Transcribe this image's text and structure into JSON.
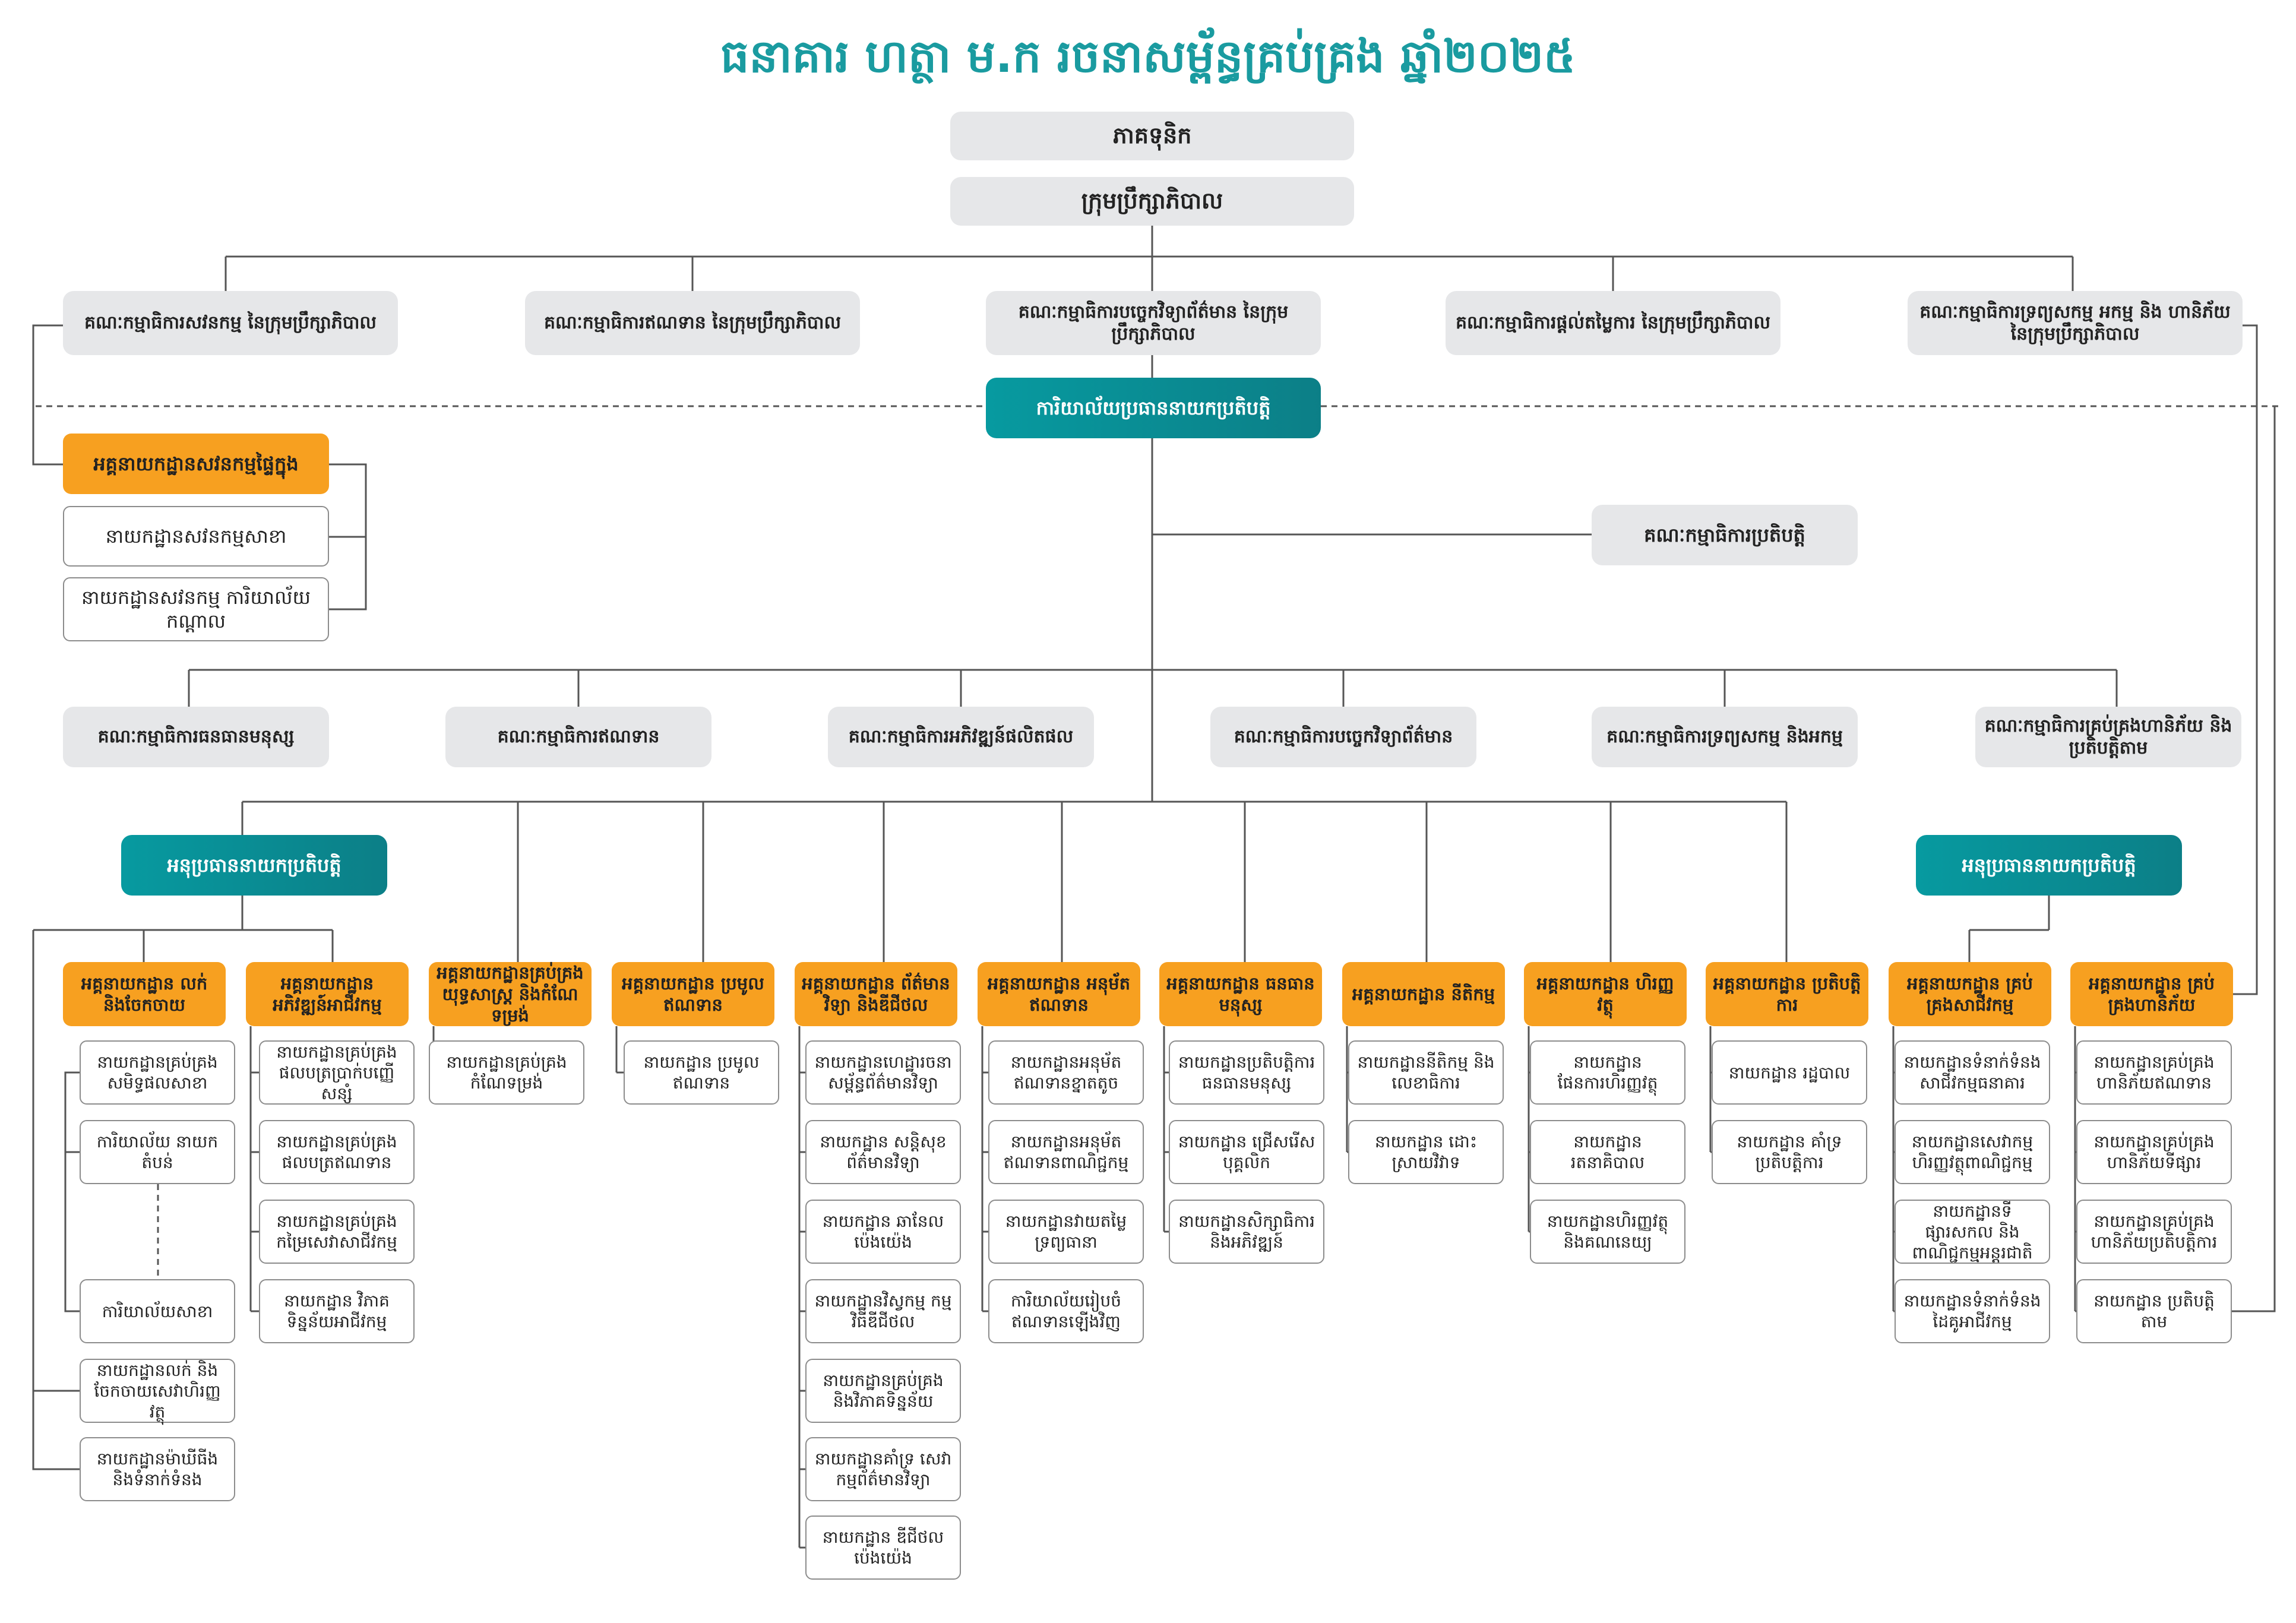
{
  "title": "ធនាគារ ហត្ថា ម.ក រចនាសម្ព័ន្ធគ្រប់គ្រង ឆ្នាំ២០២៥",
  "top": {
    "shareholders": "ភាគទុនិក",
    "board": "ក្រុមប្រឹក្សាភិបាល"
  },
  "board_committees": [
    "គណៈកម្មាធិការសវនកម្ម នៃក្រុមប្រឹក្សាភិបាល",
    "គណៈកម្មាធិការឥណទាន នៃក្រុមប្រឹក្សាភិបាល",
    "គណៈកម្មាធិការបច្ចេកវិទ្យាព័ត៌មាន នៃក្រុមប្រឹក្សាភិបាល",
    "គណៈកម្មាធិការផ្ដល់តម្លៃការ នៃក្រុមប្រឹក្សាភិបាល",
    "គណៈកម្មាធិការទ្រព្យសកម្ម អកម្ម និង ហានិភ័យ នៃក្រុមប្រឹក្សាភិបាល"
  ],
  "ceo_office": "ការិយាល័យប្រធាននាយកប្រតិបត្តិ",
  "internal_audit": {
    "head": "អគ្គនាយកដ្ឋានសវនកម្មផ្ទៃក្នុង",
    "units": [
      "នាយកដ្ឋានសវនកម្មសាខា",
      "នាយកដ្ឋានសវនកម្ម ការិយាល័យកណ្ដាល"
    ]
  },
  "exco": "គណៈកម្មាធិការប្រតិបត្តិ",
  "mgmt_committees": [
    "គណៈកម្មាធិការធនធានមនុស្ស",
    "គណៈកម្មាធិការឥណទាន",
    "គណៈកម្មាធិការអភិវឌ្ឍន៍ផលិតផល",
    "គណៈកម្មាធិការបច្ចេកវិទ្យាព័ត៌មាន",
    "គណៈកម្មាធិការទ្រព្យសកម្ម និងអកម្ម",
    "គណៈកម្មាធិការគ្រប់គ្រងហានិភ័យ និងប្រតិបត្តិតាម"
  ],
  "deputy_ceo": "អនុប្រធាននាយកប្រតិបត្តិ",
  "divisions": [
    {
      "head": "អគ្គនាយកដ្ឋាន លក់ និងចែកចាយ",
      "units": [
        "នាយកដ្ឋានគ្រប់គ្រង សមិទ្ធផលសាខា",
        "ការិយាល័យ នាយកតំបន់",
        "ការិយាល័យសាខា",
        "នាយកដ្ឋានលក់ និង ចែកចាយសេវាហិរញ្ញវត្ថុ",
        "នាយកដ្ឋានម៉ាឃីធីង និងទំនាក់ទំនង"
      ]
    },
    {
      "head": "អគ្គនាយកដ្ឋាន អភិវឌ្ឍន៍អាជីវកម្ម",
      "units": [
        "នាយកដ្ឋានគ្រប់គ្រង ផលបត្រប្រាក់បញ្ញើសន្សំ",
        "នាយកដ្ឋានគ្រប់គ្រង ផលបត្រឥណទាន",
        "នាយកដ្ឋានគ្រប់គ្រង កម្រៃសេវាសាជីវកម្ម",
        "នាយកដ្ឋាន វិភាគទិន្នន័យអាជីវកម្ម"
      ]
    },
    {
      "head": "អគ្គនាយកដ្ឋានគ្រប់គ្រង យុទ្ធសាស្ត្រ និងកំណែទម្រង់",
      "units": [
        "នាយកដ្ឋានគ្រប់គ្រង កំណែទម្រង់"
      ]
    },
    {
      "head": "អគ្គនាយកដ្ឋាន ប្រមូលឥណទាន",
      "units": [
        "នាយកដ្ឋាន ប្រមូលឥណទាន"
      ]
    },
    {
      "head": "អគ្គនាយកដ្ឋាន ព័ត៌មានវិទ្យា និងឌីជីថល",
      "units": [
        "នាយកដ្ឋានហេដ្ឋារចនា សម្ព័ន្ធព័ត៌មានវិទ្យា",
        "នាយកដ្ឋាន សន្តិសុខព័ត៌មានវិទ្យា",
        "នាយកដ្ឋាន ឆានែលប៉េងយ៉េង",
        "នាយកដ្ឋានវិស្វកម្ម កម្មវិធីឌីជីថល",
        "នាយកដ្ឋានគ្រប់គ្រង និងវិភាគទិន្នន័យ",
        "នាយកដ្ឋានគាំទ្រ សេវាកម្មព័ត៌មានវិទ្យា",
        "នាយកដ្ឋាន ឌីជីថលប៉េងយ៉េង"
      ]
    },
    {
      "head": "អគ្គនាយកដ្ឋាន អនុម័តឥណទាន",
      "units": [
        "នាយកដ្ឋានអនុម័ត ឥណទានខ្នាតតូច",
        "នាយកដ្ឋានអនុម័ត ឥណទានពាណិជ្ជកម្ម",
        "នាយកដ្ឋានវាយតម្លៃ ទ្រព្យធានា",
        "ការិយាល័យរៀបចំ ឥណទានឡើងវិញ"
      ]
    },
    {
      "head": "អគ្គនាយកដ្ឋាន ធនធានមនុស្ស",
      "units": [
        "នាយកដ្ឋានប្រតិបត្តិការ ធនធានមនុស្ស",
        "នាយកដ្ឋាន ជ្រើសរើសបុគ្គលិក",
        "នាយកដ្ឋានសិក្សាធិការ និងអភិវឌ្ឍន៍"
      ]
    },
    {
      "head": "អគ្គនាយកដ្ឋាន នីតិកម្ម",
      "units": [
        "នាយកដ្ឋាននីតិកម្ម និងលេខាធិការ",
        "នាយកដ្ឋាន ដោះស្រាយវិវាទ"
      ]
    },
    {
      "head": "អគ្គនាយកដ្ឋាន ហិរញ្ញវត្ថុ",
      "units": [
        "នាយកដ្ឋាន ផែនការហិរញ្ញវត្ថុ",
        "នាយកដ្ឋាន រតនាគិបាល",
        "នាយកដ្ឋានហិរញ្ញវត្ថុ និងគណនេយ្យ"
      ]
    },
    {
      "head": "អគ្គនាយកដ្ឋាន ប្រតិបត្តិការ",
      "units": [
        "នាយកដ្ឋាន រដ្ឋបាល",
        "នាយកដ្ឋាន គាំទ្រប្រតិបត្តិការ"
      ]
    },
    {
      "head": "អគ្គនាយកដ្ឋាន គ្រប់គ្រងសាជីវកម្ម",
      "units": [
        "នាយកដ្ឋានទំនាក់ទំនង សាជីវកម្មធនាគារ",
        "នាយកដ្ឋានសេវាកម្ម ហិរញ្ញវត្ថុពាណិជ្ជកម្ម",
        "នាយកដ្ឋានទីផ្សារសកល និងពាណិជ្ជកម្មអន្តរជាតិ",
        "នាយកដ្ឋានទំនាក់ទំនង ដៃគូអាជីវកម្ម"
      ]
    },
    {
      "head": "អគ្គនាយកដ្ឋាន គ្រប់គ្រងហានិភ័យ",
      "units": [
        "នាយកដ្ឋានគ្រប់គ្រង ហានិភ័យឥណទាន",
        "នាយកដ្ឋានគ្រប់គ្រង ហានិភ័យទីផ្សារ",
        "នាយកដ្ឋានគ្រប់គ្រង ហានិភ័យប្រតិបត្តិការ",
        "នាយកដ្ឋាន ប្រតិបត្តិតាម"
      ]
    }
  ],
  "colors": {
    "teal": "#079aa0",
    "orange": "#f7a020",
    "gray": "#e6e7e9",
    "line": "#555555"
  }
}
